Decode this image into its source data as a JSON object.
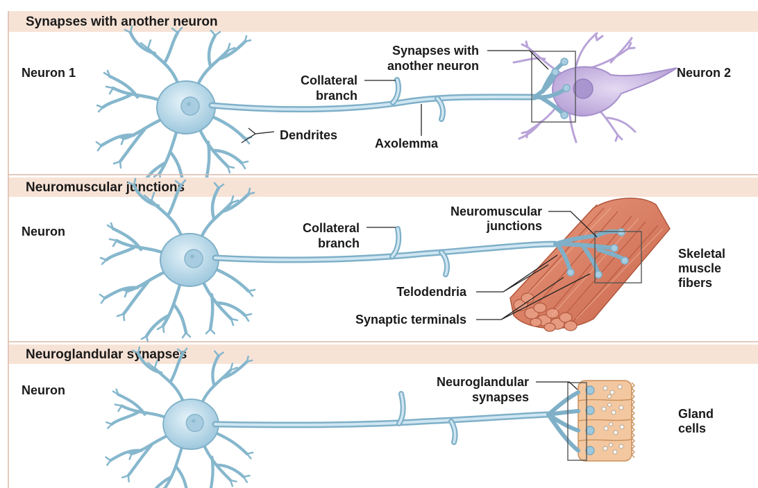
{
  "panels": {
    "synapse": {
      "title": "Synapses with another neuron",
      "neuron1": "Neuron 1",
      "neuron2": "Neuron 2",
      "syn_line1": "Synapses with",
      "syn_line2": "another neuron",
      "collateral_line1": "Collateral",
      "collateral_line2": "branch",
      "dendrites": "Dendrites",
      "axolemma": "Axolemma"
    },
    "neuromuscular": {
      "title": "Neuromuscular junctions",
      "neuron": "Neuron",
      "collateral_line1": "Collateral",
      "collateral_line2": "branch",
      "nmj_line1": "Neuromuscular",
      "nmj_line2": "junctions",
      "telodendria": "Telodendria",
      "terminals": "Synaptic terminals",
      "skeletal_line1": "Skeletal",
      "skeletal_line2": "muscle",
      "skeletal_line3": "fibers"
    },
    "neuroglandular": {
      "title": "Neuroglandular synapses",
      "neuron": "Neuron",
      "ng_line1": "Neuroglandular",
      "ng_line2": "synapses",
      "gland_line1": "Gland",
      "gland_line2": "cells"
    }
  },
  "colors": {
    "band": "#f7e3d6",
    "neuron_body": "#bfdcec",
    "neuron_outline": "#7fb0c8",
    "neuron2": "#c9b7e0",
    "muscle": "#dd8469",
    "gland": "#f3c79f"
  }
}
